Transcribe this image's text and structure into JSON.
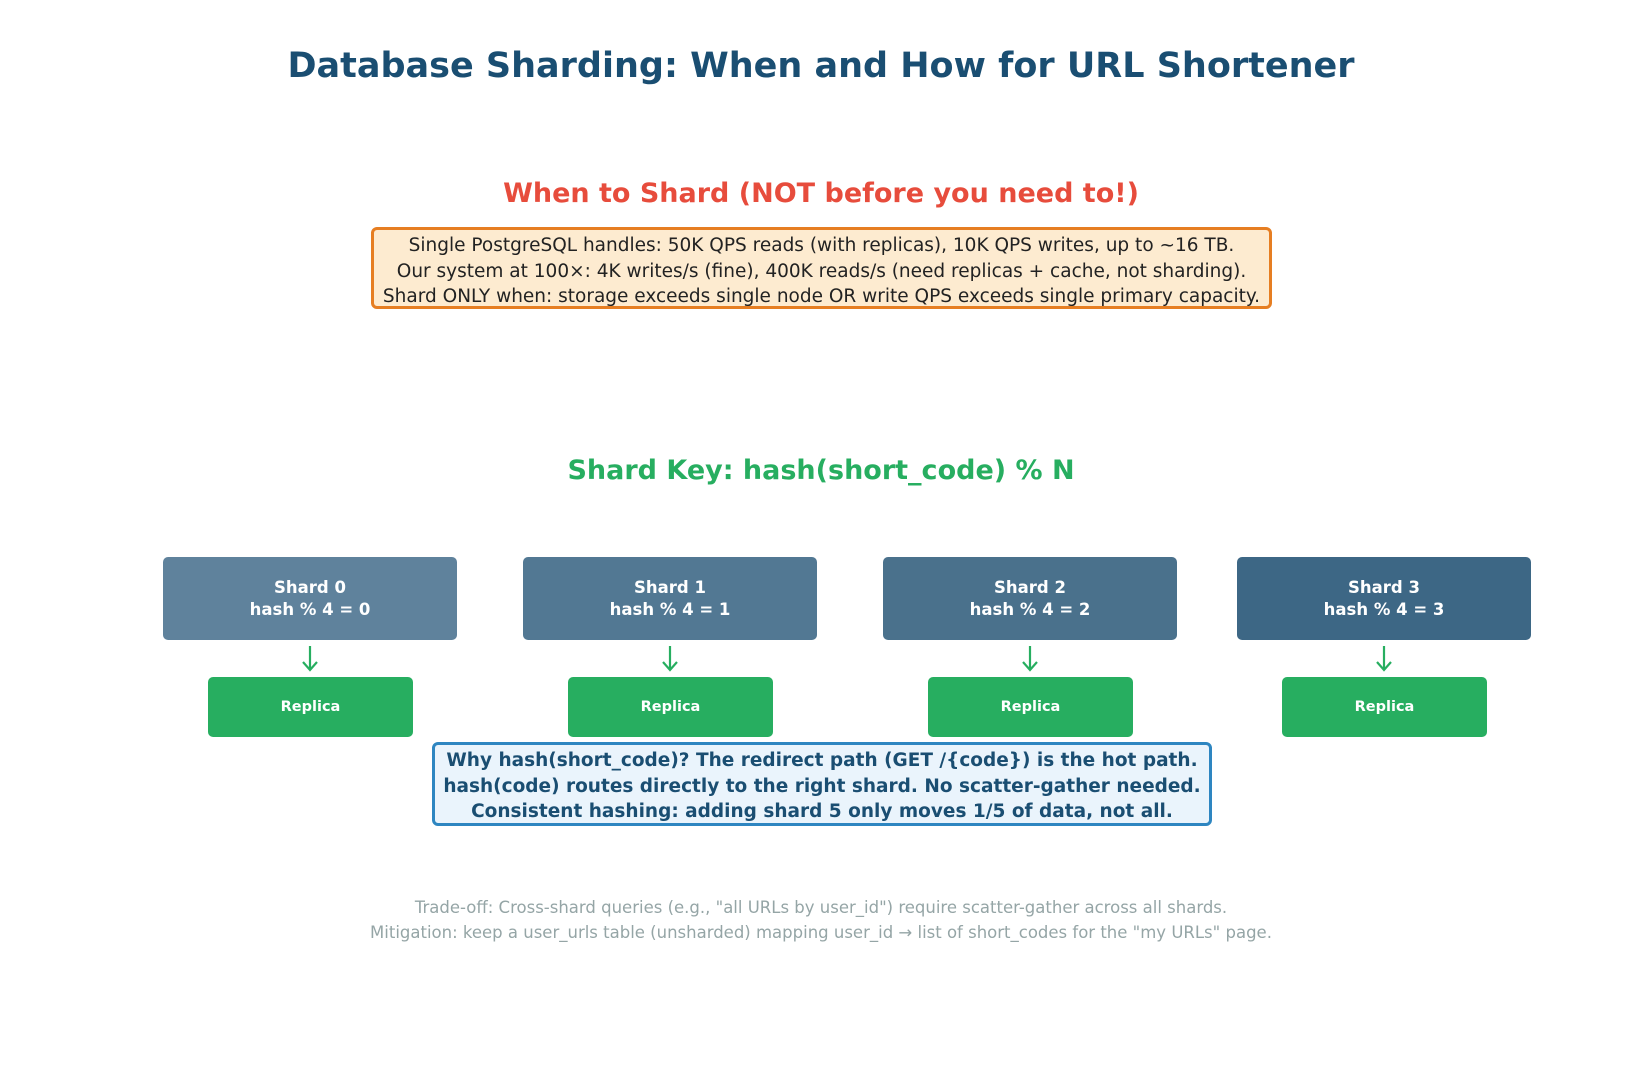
{
  "title": "Database Sharding: When and How for URL Shortener",
  "when_section": {
    "heading": "When to Shard (NOT before you need to!)",
    "lines": [
      "Single PostgreSQL handles: 50K QPS reads (with replicas), 10K QPS writes, up to ~16 TB.",
      "Our system at 100×: 4K writes/s (fine), 400K reads/s (need replicas + cache, not sharding).",
      "Shard ONLY when: storage exceeds single node OR write QPS exceeds single primary capacity."
    ],
    "colors": {
      "heading": "#e74c3c",
      "box_fill": "#fdebd0",
      "box_border": "#e67e22"
    }
  },
  "shard_key_section": {
    "heading": "Shard Key: hash(short_code) % N",
    "shards": [
      {
        "name": "Shard 0",
        "rule": "hash % 4 = 0",
        "color": "#5f829c",
        "replica_label": "Replica"
      },
      {
        "name": "Shard 1",
        "rule": "hash % 4 = 1",
        "color": "#527893",
        "replica_label": "Replica"
      },
      {
        "name": "Shard 2",
        "rule": "hash % 4 = 2",
        "color": "#4a718c",
        "replica_label": "Replica"
      },
      {
        "name": "Shard 3",
        "rule": "hash % 4 = 3",
        "color": "#3d6785",
        "replica_label": "Replica"
      }
    ],
    "arrow_icon": "arrow-down-icon",
    "colors": {
      "heading": "#27ae60",
      "replica": "#27ae60",
      "arrow": "#27ae60"
    }
  },
  "why_box": {
    "lines": [
      "Why hash(short_code)? The redirect path (GET /{code}) is the hot path.",
      "hash(code) routes directly to the right shard. No scatter-gather needed.",
      "Consistent hashing: adding shard 5 only moves 1/5 of data, not all."
    ],
    "colors": {
      "fill": "#eaf4fc",
      "border": "#2e86c1",
      "text": "#1a4e72"
    }
  },
  "footer": {
    "lines": [
      "Trade-off: Cross-shard queries (e.g., \"all URLs by user_id\") require scatter-gather across all shards.",
      "Mitigation: keep a user_urls table (unsharded) mapping user_id → list of short_codes for the \"my URLs\" page."
    ]
  }
}
